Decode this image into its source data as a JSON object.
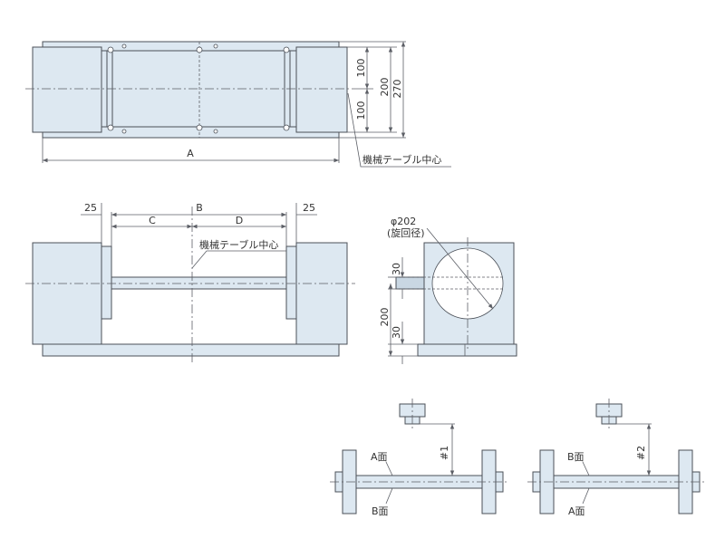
{
  "top_view": {
    "dim_a": "A",
    "dim_100_upper": "100",
    "dim_100_lower": "100",
    "dim_200": "200",
    "dim_270": "270",
    "center_label": "機械テーブル中心"
  },
  "front_view": {
    "dim_25_left": "25",
    "dim_25_right": "25",
    "dim_b": "B",
    "dim_c": "C",
    "dim_d": "D",
    "center_label": "機械テーブル中心"
  },
  "side_view": {
    "swing_diameter": "φ202",
    "swing_note": "(旋回径)",
    "dim_30_upper": "30",
    "dim_200": "200",
    "dim_30_lower": "30"
  },
  "measure_1": {
    "face_top": "A面",
    "face_bottom": "B面",
    "dim": "#1"
  },
  "measure_2": {
    "face_top": "B面",
    "face_bottom": "A面",
    "dim": "#2"
  },
  "colors": {
    "part_fill": "#dde8f1",
    "line": "#4b5058"
  }
}
